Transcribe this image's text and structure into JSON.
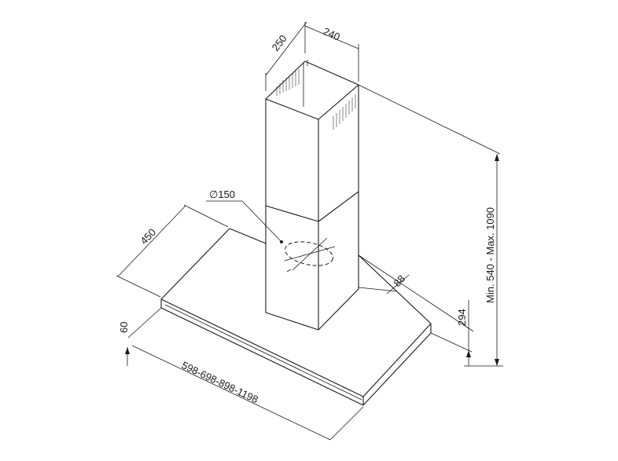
{
  "diagram": {
    "dimensions": {
      "chimney_depth": "250",
      "chimney_width": "240",
      "outlet_diameter": "∅150",
      "hood_depth": "450",
      "hood_thickness": "60",
      "widths": "598-698-898-1198",
      "outlet_offset": "88",
      "chimney_base_height": "294",
      "height_range": "Min. 540 - Max. 1090"
    },
    "colors": {
      "line": "#1a1a1a",
      "background": "#ffffff"
    }
  }
}
